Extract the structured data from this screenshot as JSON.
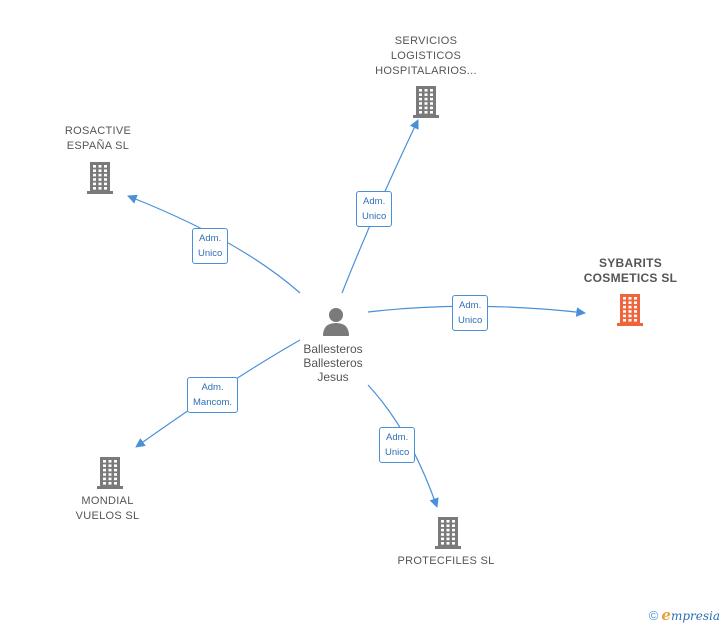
{
  "person": {
    "name_lines": [
      "Ballesteros",
      "Ballesteros",
      "Jesus"
    ]
  },
  "companies": [
    {
      "id": "servicios",
      "lines": [
        "SERVICIOS",
        "LOGISTICOS",
        "HOSPITALARIOS..."
      ],
      "highlight": false
    },
    {
      "id": "rosactive",
      "lines": [
        "ROSACTIVE",
        "ESPAÑA SL"
      ],
      "highlight": false
    },
    {
      "id": "sybarits",
      "lines": [
        "SYBARITS",
        "COSMETICS SL"
      ],
      "highlight": true
    },
    {
      "id": "mondial",
      "lines": [
        "MONDIAL",
        "VUELOS SL"
      ],
      "highlight": false
    },
    {
      "id": "protecfiles",
      "lines": [
        "PROTECFILES SL"
      ],
      "highlight": false
    }
  ],
  "relations": [
    {
      "target": "servicios",
      "lines": [
        "Adm.",
        "Unico"
      ]
    },
    {
      "target": "rosactive",
      "lines": [
        "Adm.",
        "Unico"
      ]
    },
    {
      "target": "sybarits",
      "lines": [
        "Adm.",
        "Unico"
      ]
    },
    {
      "target": "mondial",
      "lines": [
        "Adm.",
        "Mancom."
      ]
    },
    {
      "target": "protecfiles",
      "lines": [
        "Adm.",
        "Unico"
      ]
    }
  ],
  "colors": {
    "edge": "#4a90d9",
    "building": "#7a7a7a",
    "building_highlight": "#f0643c",
    "person": "#7a7a7a"
  },
  "footer": {
    "copyright_symbol": "©",
    "brand_initial": "e",
    "brand_rest": "mpresia"
  }
}
